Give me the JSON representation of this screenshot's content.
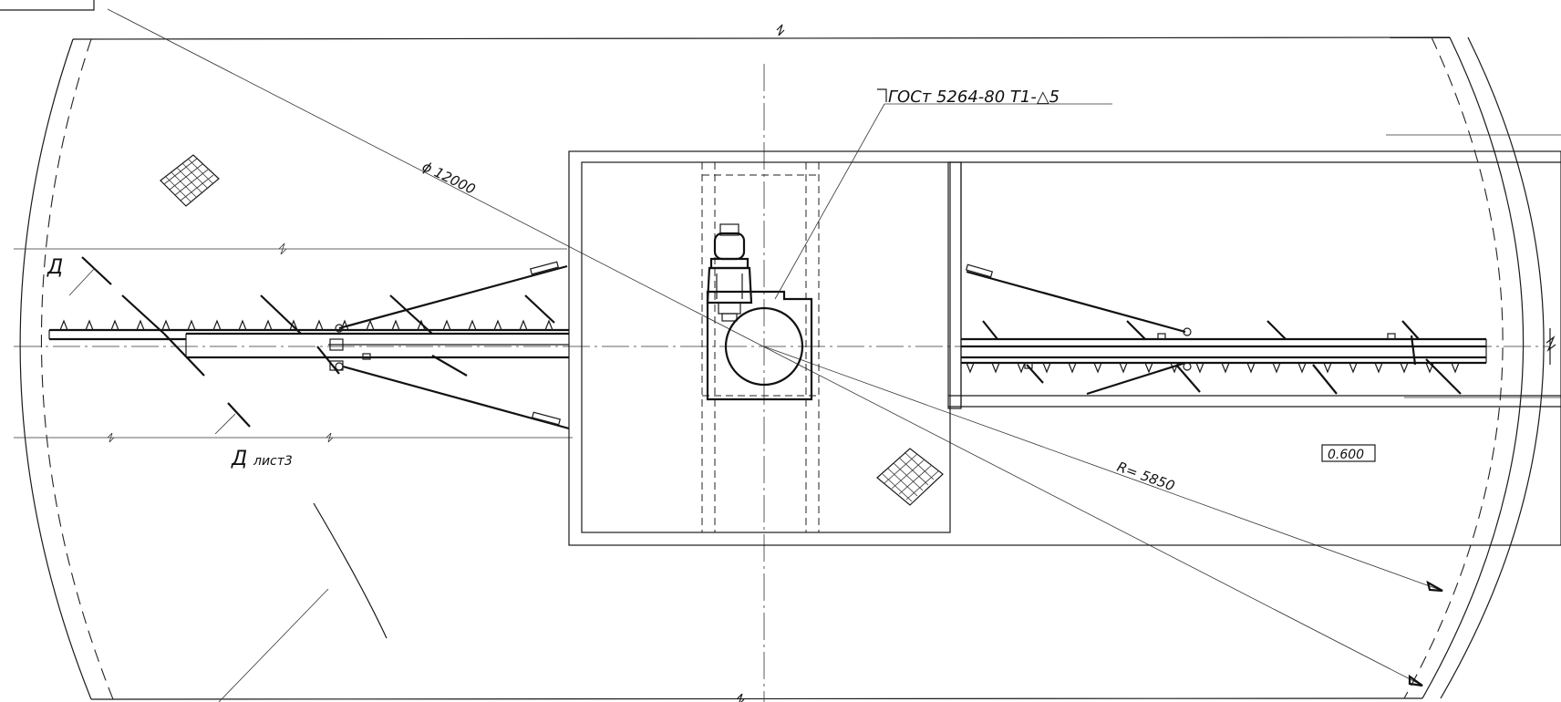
{
  "labels": {
    "weld_note": "ГОСт 5264-80 Т1-△5",
    "diameter": "ϕ 12000",
    "radius": "R= 5850",
    "elevation": "0.600",
    "section_letter_top": "Д",
    "section_letter_bottom": "Д",
    "sheet_ref": "лист3"
  }
}
